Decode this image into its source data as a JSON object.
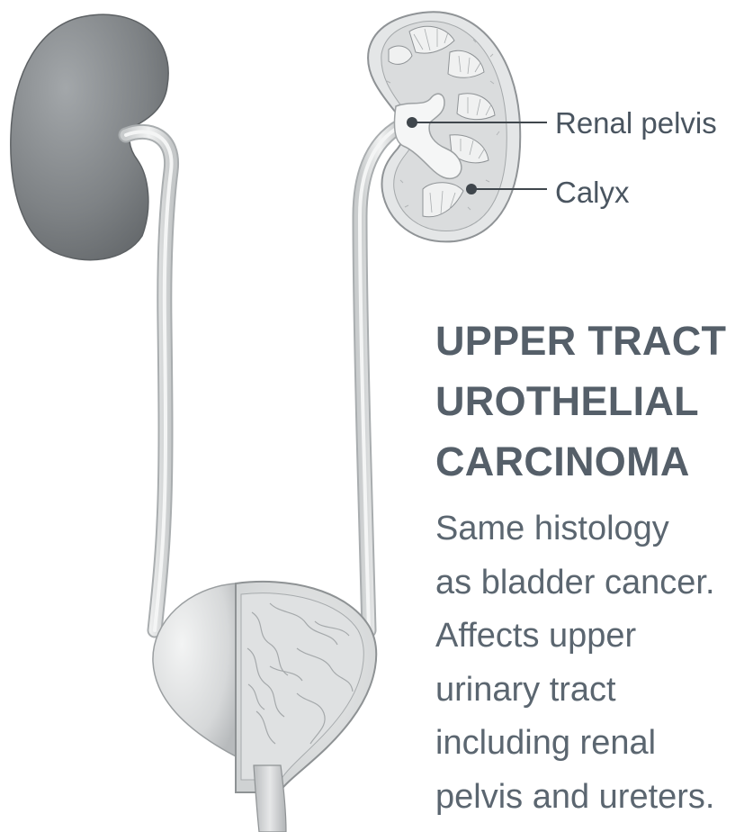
{
  "labels": {
    "renal_pelvis": "Renal pelvis",
    "calyx": "Calyx"
  },
  "title_lines": [
    "UPPER TRACT",
    "UROTHELIAL",
    "CARCINOMA"
  ],
  "description_lines": [
    "Same histology",
    "as bladder cancer.",
    "Affects upper",
    "urinary tract",
    "including renal",
    "pelvis and ureters."
  ],
  "colors": {
    "kidney_dark": "#7b7f82",
    "organ_light": "#e3e5e6",
    "text_title": "#555f69",
    "text_body": "#5b6670",
    "leader_line": "#3f464c"
  }
}
